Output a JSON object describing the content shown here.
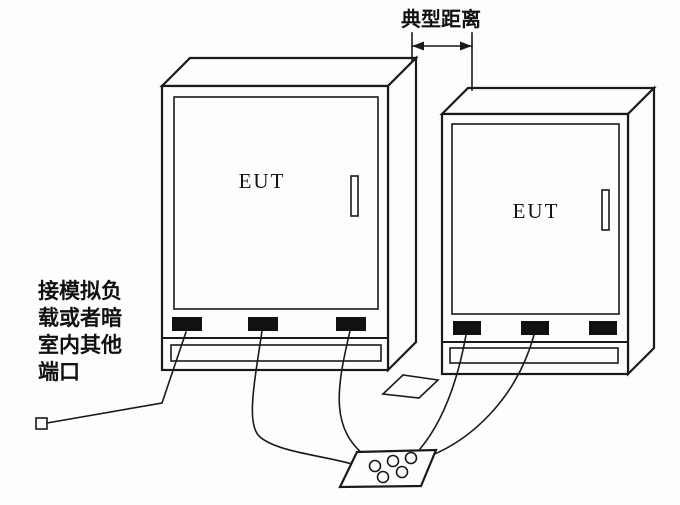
{
  "colors": {
    "bg": "#fdfdfd",
    "line": "#1a1a1a",
    "ink": "#111111"
  },
  "dimension": {
    "label": "典型距离"
  },
  "cabinets": {
    "left_label": "EUT",
    "right_label": "EUT"
  },
  "side_note": {
    "full_text": "接模拟负载或者暗室内其他端口",
    "lines": [
      "接模拟负",
      "载或者暗",
      "室内其他",
      "端口"
    ]
  }
}
